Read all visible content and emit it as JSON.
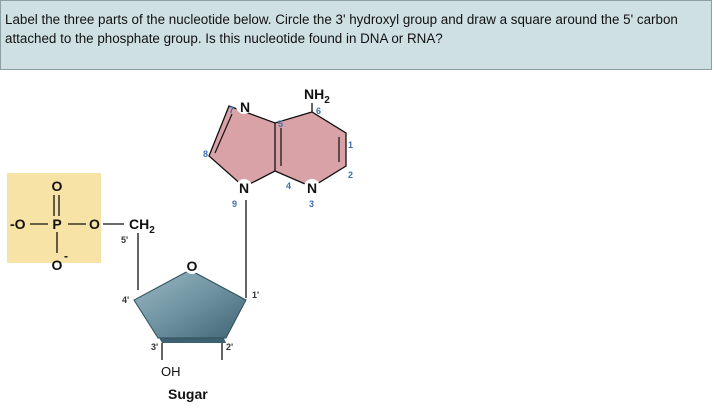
{
  "question": {
    "text": "Label the three parts of the nucleotide below. Circle the 3' hydroxyl group and draw a square around the 5' carbon attached to the phosphate group.  Is this nucleotide found in DNA or RNA?"
  },
  "diagram": {
    "base": {
      "amino_group": "NH",
      "amino_subscript": "2",
      "atoms": {
        "n7": "N",
        "n9": "N",
        "n3": "N"
      },
      "numbers": {
        "n1": "1",
        "n2": "2",
        "n3": "3",
        "n4": "4",
        "n5": "5",
        "n6": "6",
        "n7": "7",
        "n8": "8",
        "n9": "9"
      },
      "fill_color": "#d9a2a7"
    },
    "phosphate": {
      "p": "P",
      "o_top": "O",
      "o_left": "-O",
      "o_right": "O",
      "o_bottom": "O",
      "o_bottom_charge": "-",
      "fill_color": "#f7e3a6"
    },
    "sugar": {
      "ch2": "CH",
      "ch2_subscript": "2",
      "ring_o": "O",
      "oh": "OH",
      "label": "Sugar",
      "primes": {
        "c5": "5'",
        "c4": "4'",
        "c3": "3'",
        "c2": "2'",
        "c1": "1'"
      },
      "fill_color": "#5f8796"
    }
  }
}
